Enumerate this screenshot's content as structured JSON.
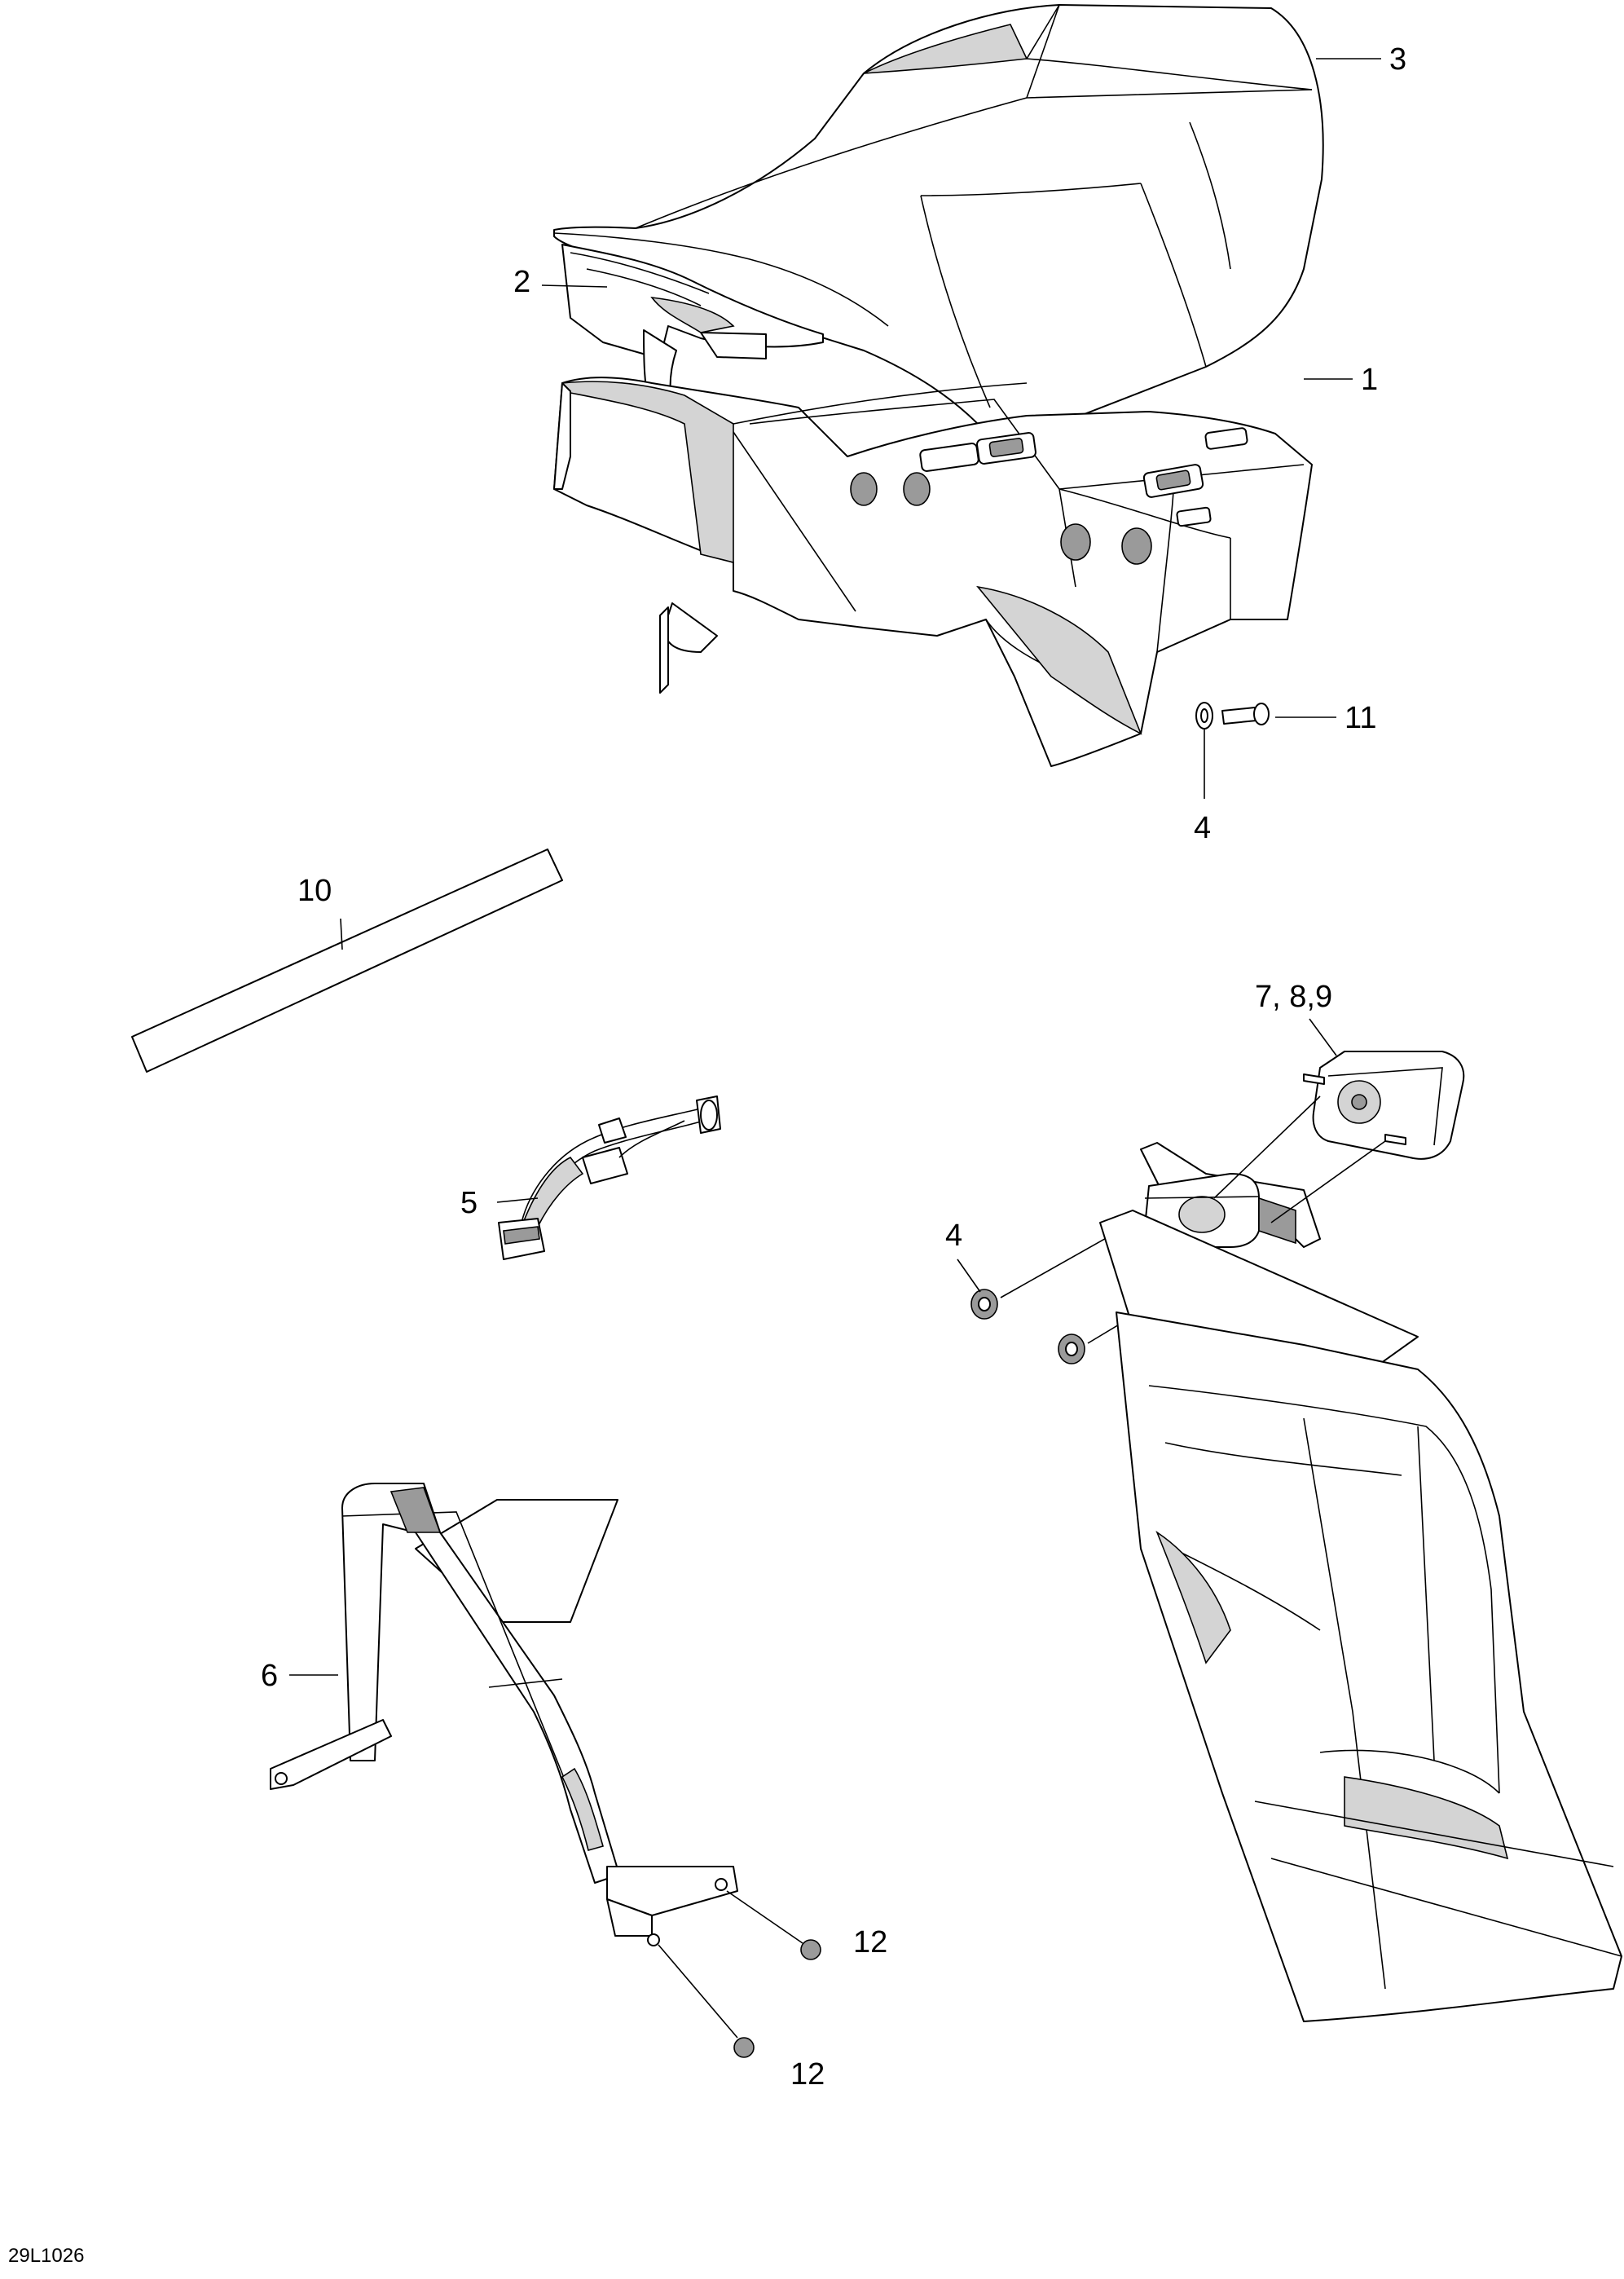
{
  "callouts": {
    "c1": "1",
    "c2": "2",
    "c3": "3",
    "c4_top": "4",
    "c4_mid": "4",
    "c5": "5",
    "c6": "6",
    "c789": "7, 8,9",
    "c10": "10",
    "c11": "11",
    "c12_right": "12",
    "c12_bottom": "12"
  },
  "drawing_code": "29L1026"
}
